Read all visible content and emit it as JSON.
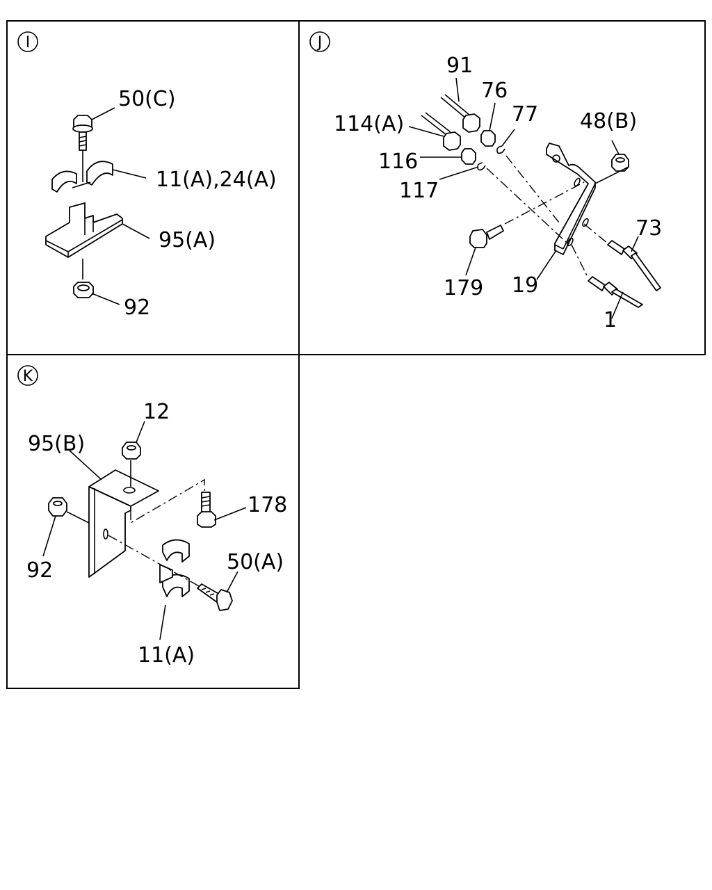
{
  "panels": [
    {
      "key": "I",
      "circle_label": "I",
      "callouts": [
        "50(C)",
        "11(A),24(A)",
        "95(A)",
        "92"
      ]
    },
    {
      "key": "J",
      "circle_label": "J",
      "callouts": [
        "91",
        "76",
        "77",
        "114(A)",
        "48(B)",
        "116",
        "117",
        "73",
        "179",
        "19",
        "1"
      ]
    },
    {
      "key": "K",
      "circle_label": "K",
      "callouts": [
        "12",
        "95(B)",
        "178",
        "92",
        "50(A)",
        "11(A)"
      ]
    }
  ]
}
